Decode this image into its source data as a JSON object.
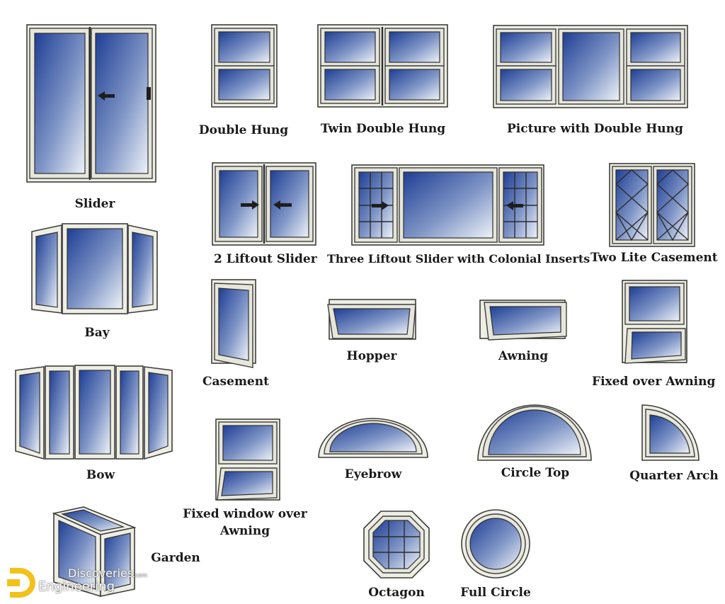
{
  "labels": {
    "slider": "Slider",
    "double_hung": "Double Hung",
    "twin_double_hung": "Twin Double Hung",
    "picture_with_double_hung": "Picture with Double Hung",
    "two_liftout_slider": "2 Liftout Slider",
    "three_liftout_slider": "Three Liftout Slider with Colonial Inserts",
    "two_lite_casement": "Two Lite Casement",
    "bay": "Bay",
    "casement": "Casement",
    "hopper": "Hopper",
    "awning": "Awning",
    "fixed_over_awning": "Fixed over Awning",
    "bow": "Bow",
    "fixed_window_over_awning": "Fixed window over Awning",
    "eyebrow": "Eyebrow",
    "circle_top": "Circle Top",
    "quarter_arch": "Quarter Arch",
    "garden": "Garden",
    "octagon": "Octagon",
    "full_circle": "Full Circle"
  },
  "logo": {
    "top": "Discoveries",
    "top_suffix": ".com",
    "bottom": "Engineering"
  },
  "colors": {
    "glass_dark": "#1f3f95",
    "glass_light": "#eef2f8",
    "frame": "#eeeee4",
    "logo_accent": "#f2c21b"
  }
}
